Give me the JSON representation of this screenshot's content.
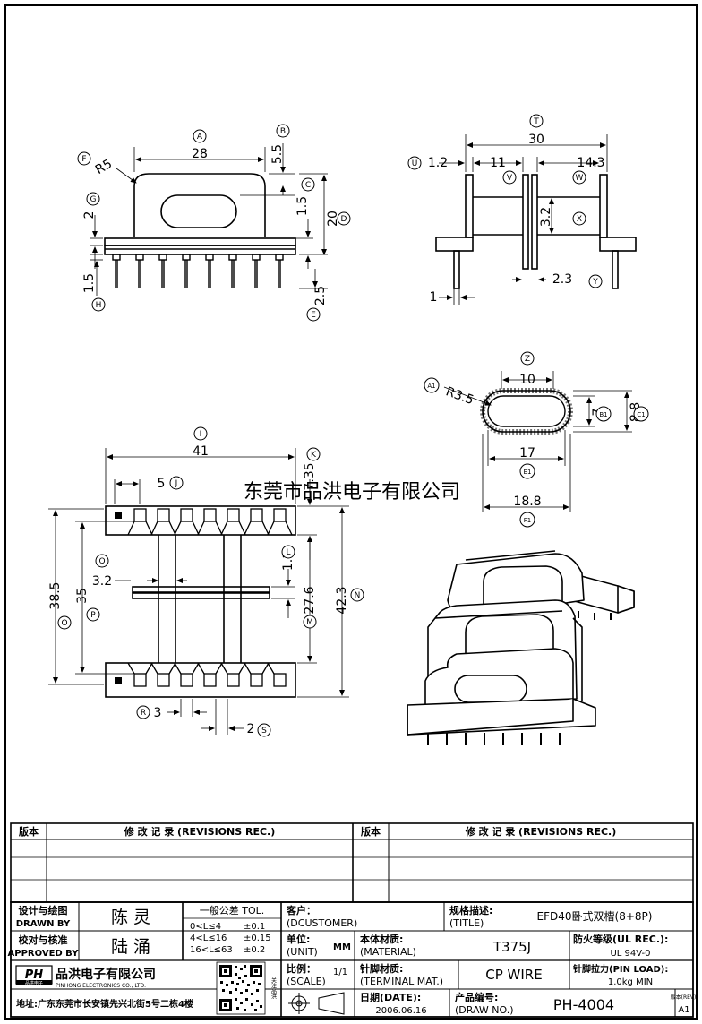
{
  "watermark": "东莞市品洪电子有限公司",
  "dims": {
    "A": "28",
    "B": "5.5",
    "C": "1.5",
    "D": "20",
    "E": "2.5",
    "F": "R5",
    "G": "2",
    "H": "1.5",
    "T": "30",
    "U": "1.2",
    "V": "11",
    "W": "14.3",
    "X": "3.2",
    "Y": "2.3",
    "one": "1",
    "Z": "10",
    "A1": "R3.5",
    "B1": "7",
    "C1": "8.8",
    "E1": "17",
    "F1": "18.8",
    "I": "41",
    "J": "5",
    "K": "7.35",
    "L": "1.1",
    "M": "27.6",
    "N": "42.3",
    "O": "38.5",
    "P": "35",
    "Q": "3.2",
    "R": "3",
    "S": "2"
  },
  "markers": {
    "A": "A",
    "B": "B",
    "C": "C",
    "D": "D",
    "E": "E",
    "F": "F",
    "G": "G",
    "H": "H",
    "I": "I",
    "J": "J",
    "K": "K",
    "L": "L",
    "M": "M",
    "N": "N",
    "O": "O",
    "P": "P",
    "Q": "Q",
    "R": "R",
    "S": "S",
    "T": "T",
    "U": "U",
    "V": "V",
    "W": "W",
    "X": "X",
    "Y": "Y",
    "Z": "Z",
    "A1": "A1",
    "B1": "B1",
    "C1": "C1",
    "E1": "E1",
    "F1": "F1"
  },
  "revisions": {
    "col_version": "版本",
    "col_record": "修 改 记 录 (REVISIONS REC.)"
  },
  "title_block": {
    "designer_label_cn": "设计与绘图",
    "designer_label_en": "DRAWN BY",
    "designer_name": "陈 灵",
    "approver_label_cn": "校对与核准",
    "approver_label_en": "APPROVED BY",
    "approver_name": "陆 涌",
    "tol_title": "一般公差 TOL.",
    "tol_rows": [
      {
        "range": "0<L≤4",
        "value": "±0.1"
      },
      {
        "range": "4<L≤16",
        "value": "±0.15"
      },
      {
        "range": "16<L≤63",
        "value": "±0.2"
      }
    ],
    "customer_label": "客户：",
    "customer_label_en": "(DCUSTOMER)",
    "title_label": "规格描述:",
    "title_label_en": "(TITLE)",
    "title_value": "EFD40卧式双槽(8+8P)",
    "fire_label": "防火等级(UL REC.):",
    "fire_value": "UL 94V-0",
    "unit_label": "单位:",
    "unit_label_en": "(UNIT)",
    "unit_value": "MM",
    "material_label": "本体材质:",
    "material_label_en": "(MATERIAL)",
    "material_value": "T375J",
    "scale_label": "比例：",
    "scale_label_en": "(SCALE)",
    "scale_value": "1/1",
    "terminal_label": "针脚材质:",
    "terminal_label_en": "(TERMINAL MAT.)",
    "terminal_value": "CP WIRE",
    "pinload_label": "针脚拉力(PIN LOAD):",
    "pinload_value": "1.0kg MIN",
    "date_label": "日期(DATE):",
    "date_value": "2006.06.16",
    "drawno_label": "产品编号:",
    "drawno_label_en": "(DRAW NO.)",
    "drawno_value": "PH-4004",
    "rev_label": "版本(REV):",
    "rev_value": "A1",
    "company_cn": "品洪电子有限公司",
    "company_en": "PINHONG ELECTRONICS CO., LTD.",
    "logo": "PH",
    "logo_sub": "品洪电子",
    "address": "地址:广东东莞市长安镇先兴北街5号二栋4楼",
    "qr_side_text": "关注品洪"
  }
}
